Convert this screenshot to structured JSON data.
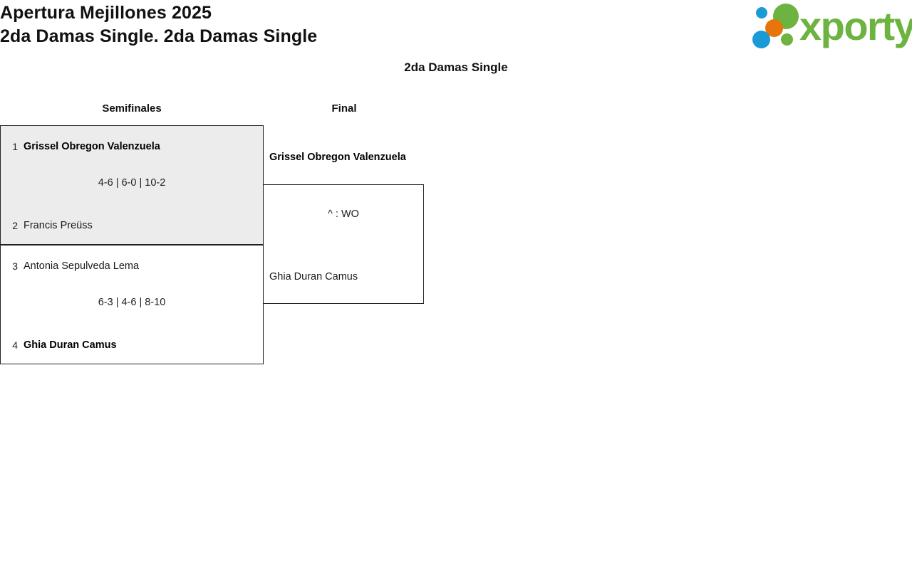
{
  "header": {
    "title_line_1": "Apertura Mejillones 2025",
    "title_line_2": "2da Damas Single. 2da Damas Single",
    "logo": {
      "wordmark": "xporty",
      "green": "#6cb33f",
      "orange": "#e8740c",
      "blue": "#1b9ad6"
    }
  },
  "category_heading": "2da Damas Single",
  "rounds": [
    {
      "name": "Semifinales"
    },
    {
      "name": "Final"
    }
  ],
  "bracket": {
    "semifinals": [
      {
        "top": {
          "seed": "1",
          "name": "Grissel Obregon Valenzuela",
          "winner": true
        },
        "score": "4-6 | 6-0 | 10-2",
        "bottom": {
          "seed": "2",
          "name": "Francis Preüss",
          "winner": false
        }
      },
      {
        "top": {
          "seed": "3",
          "name": "Antonia Sepulveda Lema",
          "winner": false
        },
        "score": "6-3 | 4-6 | 8-10",
        "bottom": {
          "seed": "4",
          "name": "Ghia Duran Camus",
          "winner": true
        }
      }
    ],
    "final": {
      "top": {
        "seed": "",
        "name": "Grissel Obregon Valenzuela",
        "winner": true
      },
      "score": "^ : WO",
      "bottom": {
        "seed": "",
        "name": "Ghia Duran Camus",
        "winner": false
      }
    }
  }
}
